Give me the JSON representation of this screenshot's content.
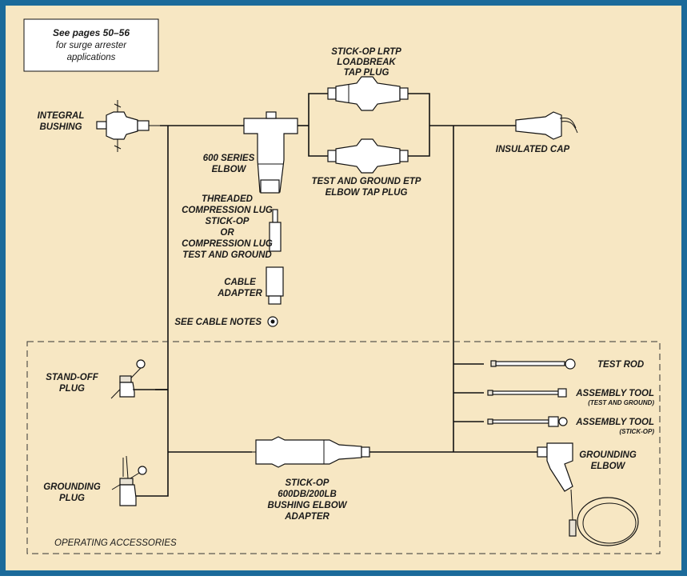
{
  "colors": {
    "border": "#1b6a9a",
    "background": "#f7e7c3",
    "line": "#111111",
    "note_box": "#ffffff"
  },
  "note": {
    "line1": "See pages 50–56",
    "line2": "for surge arrester",
    "line3": "applications"
  },
  "labels": {
    "integral_bushing": [
      "INTEGRAL",
      "BUSHING"
    ],
    "elbow_600": [
      "600 SERIES",
      "ELBOW"
    ],
    "lrtp": [
      "STICK-OP LRTP",
      "LOADBREAK",
      "TAP PLUG"
    ],
    "etp": [
      "TEST AND GROUND ETP",
      "ELBOW TAP PLUG"
    ],
    "insulated_cap": "INSULATED CAP",
    "lug": [
      "THREADED",
      "COMPRESSION LUG",
      "STICK-OP",
      "OR",
      "COMPRESSION LUG",
      "TEST AND GROUND"
    ],
    "cable_adapter": [
      "CABLE",
      "ADAPTER"
    ],
    "cable_notes": "SEE CABLE NOTES",
    "standoff_plug": [
      "STAND-OFF",
      "PLUG"
    ],
    "grounding_plug": [
      "GROUNDING",
      "PLUG"
    ],
    "bushing_adapter": [
      "STICK-OP",
      "600DB/200LB",
      "BUSHING ELBOW",
      "ADAPTER"
    ],
    "test_rod": "TEST ROD",
    "assembly_tool_1": "ASSEMBLY TOOL",
    "assembly_tool_1_sub": "(TEST AND GROUND)",
    "assembly_tool_2": "ASSEMBLY TOOL",
    "assembly_tool_2_sub": "(STICK-OP)",
    "grounding_elbow": [
      "GROUNDING",
      "ELBOW"
    ],
    "operating_accessories": "OPERATING ACCESSORIES"
  }
}
